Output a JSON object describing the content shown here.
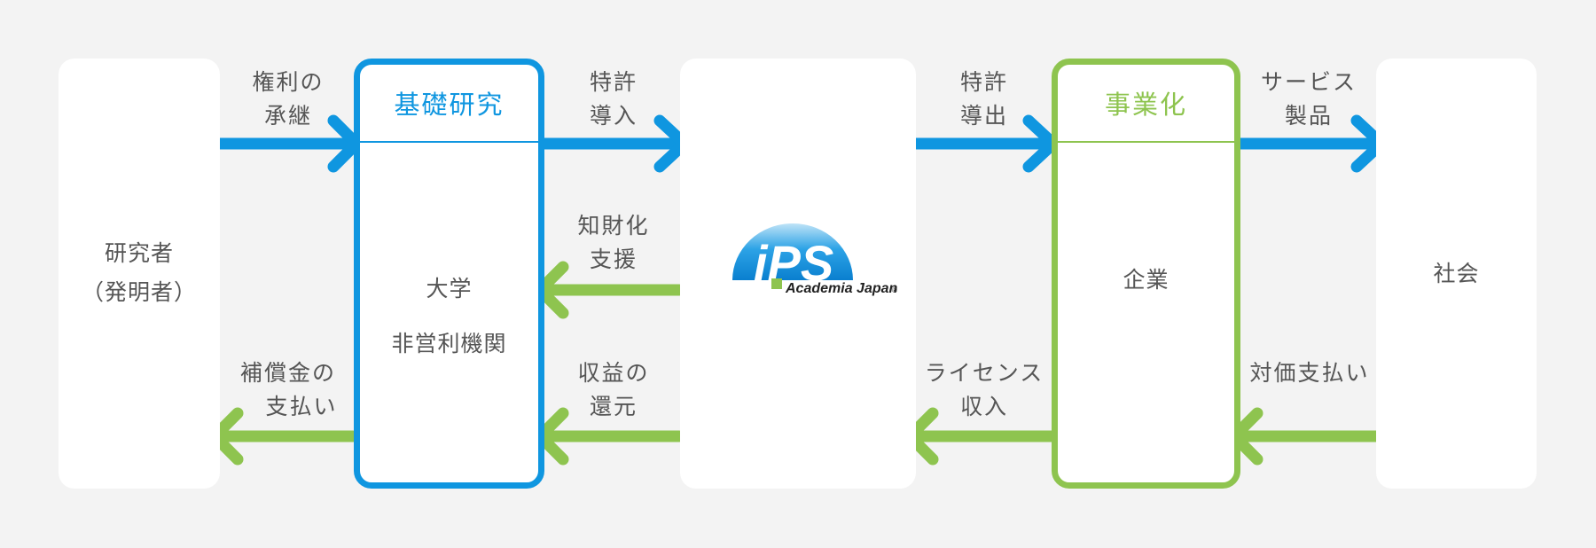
{
  "colors": {
    "blue": "#0f96e0",
    "green": "#8ec44f",
    "background": "#f3f3f3",
    "text": "#555555"
  },
  "boxes": {
    "researcher": {
      "lines": [
        "研究者",
        "（発明者）"
      ]
    },
    "university": {
      "title": "基礎研究",
      "lines": [
        "大学",
        "非営利機関"
      ]
    },
    "ips": {
      "logo": {
        "mark": "iPS",
        "caption": "Academia Japan",
        "registered": "®"
      }
    },
    "company": {
      "title": "事業化",
      "lines": [
        "企業"
      ]
    },
    "society": {
      "lines": [
        "社会"
      ]
    }
  },
  "flows": {
    "rights_succession": [
      "権利の",
      "承継"
    ],
    "patent_import": [
      "特許",
      "導入"
    ],
    "patent_export": [
      "特許",
      "導出"
    ],
    "services_products": [
      "サービス",
      "製品"
    ],
    "ip_support": [
      "知財化",
      "支援"
    ],
    "compensation_payment": [
      "補償金の",
      "支払い"
    ],
    "revenue_return": [
      "収益の",
      "還元"
    ],
    "license_income": [
      "ライセンス",
      "収入"
    ],
    "consideration_payment": [
      "対価支払い"
    ]
  }
}
